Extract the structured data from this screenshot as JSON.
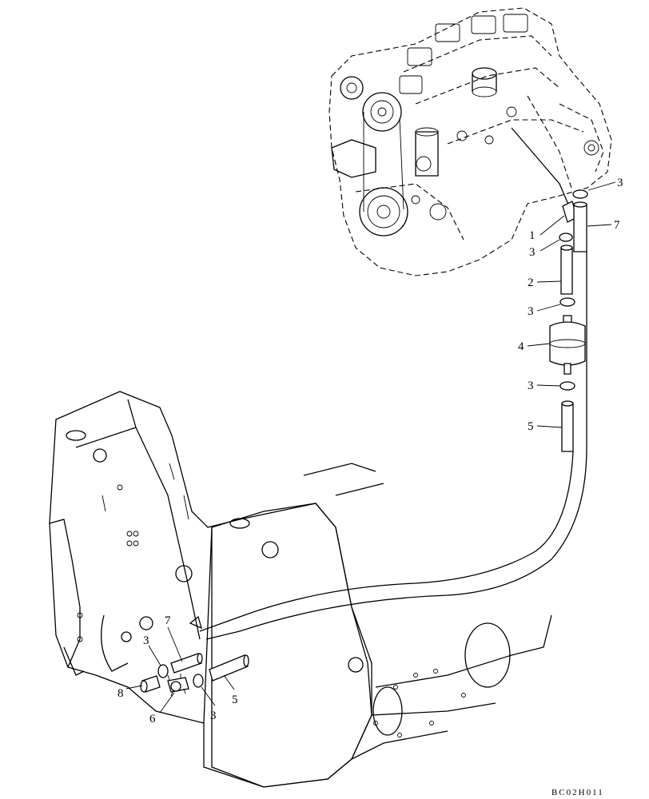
{
  "callouts": {
    "c1": "1",
    "c2": "2",
    "c3a": "3",
    "c3b": "3",
    "c3c": "3",
    "c3d": "3",
    "c3e": "3",
    "c3f": "3",
    "c4": "4",
    "c5a": "5",
    "c5b": "5",
    "c6": "6",
    "c7a": "7",
    "c7b": "7",
    "c8": "8"
  },
  "drawing_code": "BC02H011"
}
